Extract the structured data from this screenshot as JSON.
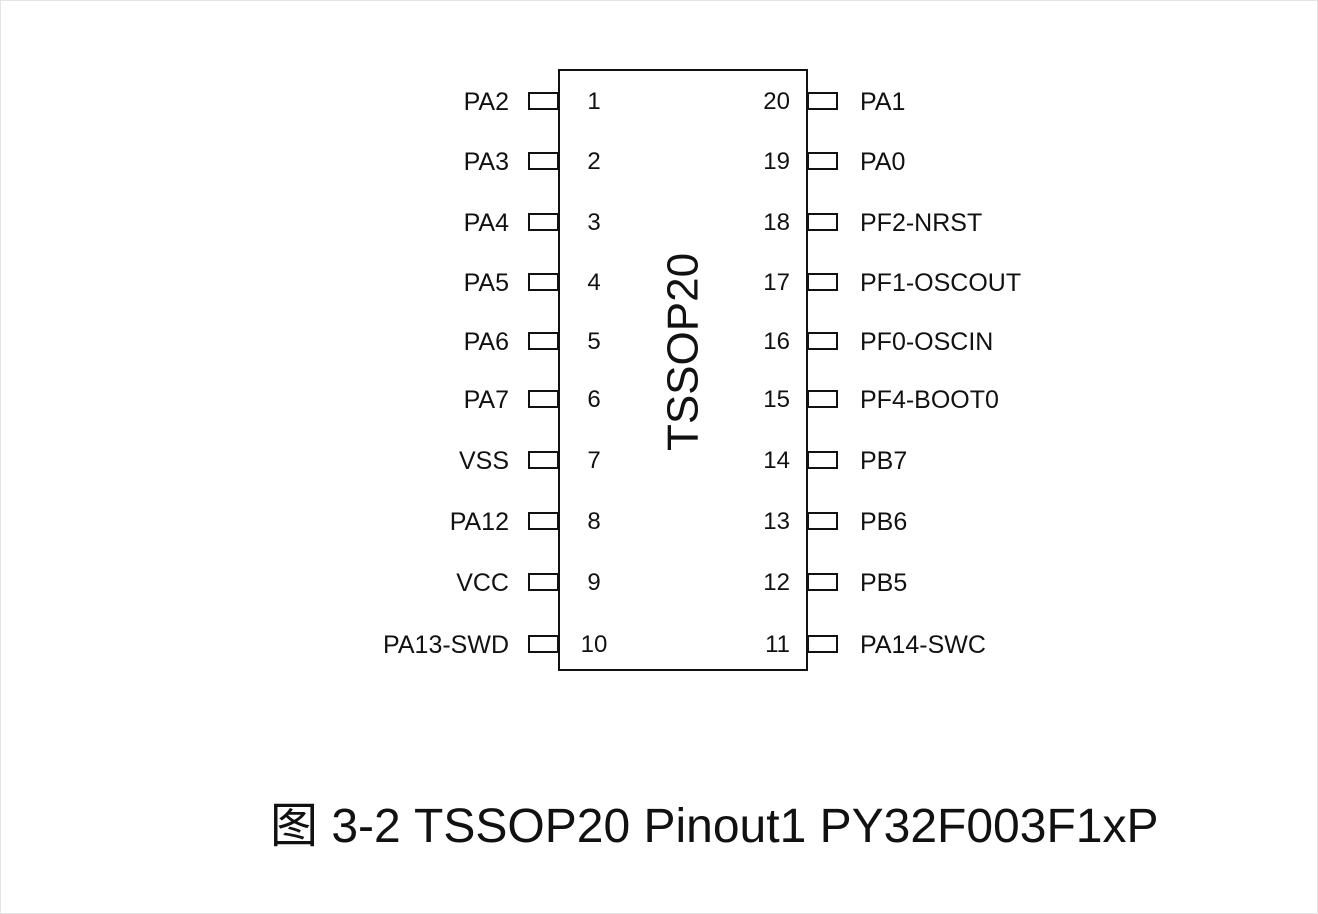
{
  "package": {
    "name": "TSSOP20",
    "left_pins": [
      {
        "number": "1",
        "label": "PA2"
      },
      {
        "number": "2",
        "label": "PA3"
      },
      {
        "number": "3",
        "label": "PA4"
      },
      {
        "number": "4",
        "label": "PA5"
      },
      {
        "number": "5",
        "label": "PA6"
      },
      {
        "number": "6",
        "label": "PA7"
      },
      {
        "number": "7",
        "label": "VSS"
      },
      {
        "number": "8",
        "label": "PA12"
      },
      {
        "number": "9",
        "label": "VCC"
      },
      {
        "number": "10",
        "label": "PA13-SWD"
      }
    ],
    "right_pins": [
      {
        "number": "20",
        "label": "PA1"
      },
      {
        "number": "19",
        "label": "PA0"
      },
      {
        "number": "18",
        "label": "PF2-NRST"
      },
      {
        "number": "17",
        "label": "PF1-OSCOUT"
      },
      {
        "number": "16",
        "label": "PF0-OSCIN"
      },
      {
        "number": "15",
        "label": "PF4-BOOT0"
      },
      {
        "number": "14",
        "label": "PB7"
      },
      {
        "number": "13",
        "label": "PB6"
      },
      {
        "number": "12",
        "label": "PB5"
      },
      {
        "number": "11",
        "label": "PA14-SWC"
      }
    ]
  },
  "caption": "图 3-2 TSSOP20 Pinout1 PY32F003F1xP",
  "colors": {
    "line": "#111111",
    "text": "#111111",
    "background": "#ffffff"
  }
}
